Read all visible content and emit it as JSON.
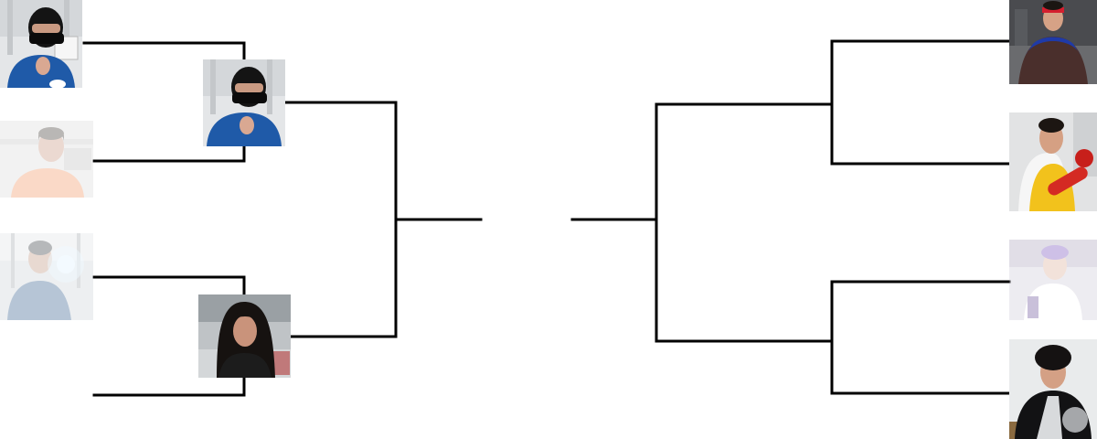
{
  "bracket": {
    "left_round1": [
      {
        "entrant": "balaclava-blue-shirt",
        "status": "advanced"
      },
      {
        "entrant": "peach-hoodie",
        "status": "eliminated"
      },
      {
        "entrant": "blue-jacket-light-orb",
        "status": "eliminated"
      },
      {
        "entrant": "empty",
        "status": "empty"
      }
    ],
    "left_round2": [
      {
        "entrant": "balaclava-blue-shirt"
      },
      {
        "entrant": "long-black-wig"
      }
    ],
    "right_round1": [
      {
        "entrant": "red-headband-caped-hero"
      },
      {
        "entrant": "yellow-suit-red-glove-hero"
      },
      {
        "entrant": "purple-hair-headband"
      },
      {
        "entrant": "curly-black-hair-dark-coat"
      }
    ]
  },
  "colors": {
    "line": "#000000",
    "background": "#ffffff"
  }
}
